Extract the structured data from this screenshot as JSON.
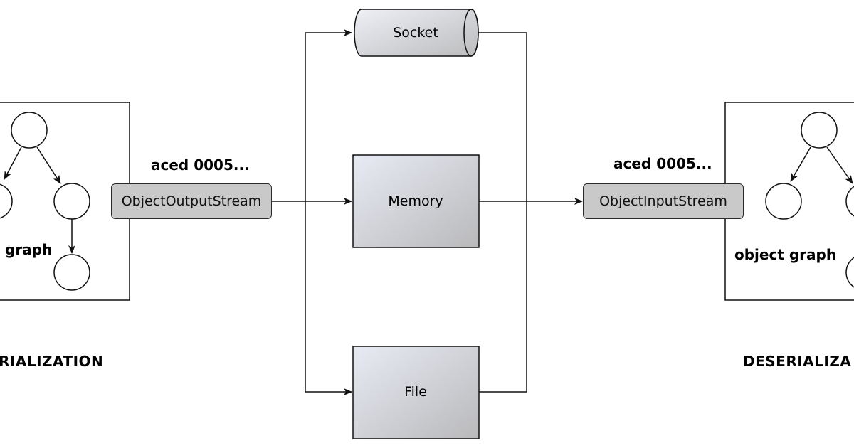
{
  "serialization": {
    "graph_label": "graph",
    "stream_label": "ObjectOutputStream",
    "bytes_label": "aced 0005...",
    "section_label": "RIALIZATION"
  },
  "destinations": {
    "socket": "Socket",
    "memory": "Memory",
    "file": "File"
  },
  "deserialization": {
    "stream_label": "ObjectInputStream",
    "bytes_label": "aced 0005...",
    "graph_label": "object graph",
    "section_label": "DESERIALIZA"
  },
  "colors": {
    "stream_fill": "#c9c9c9",
    "store_gradient_start": "#e8ebf4",
    "store_gradient_end": "#b9b9bb",
    "stroke": "#1a1a1a"
  }
}
